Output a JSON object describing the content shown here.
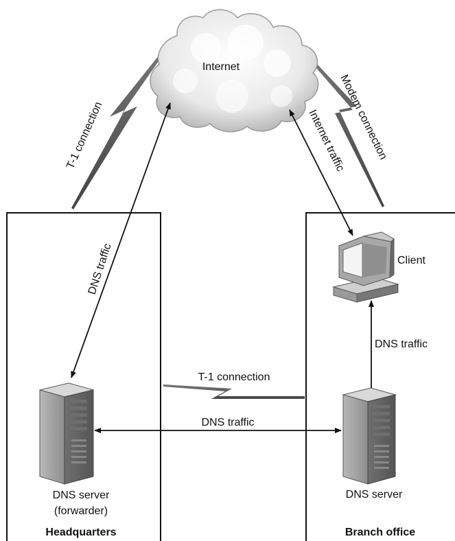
{
  "cloud": {
    "label": "Internet"
  },
  "headquarters": {
    "label": "Headquarters",
    "server_label_line1": "DNS server",
    "server_label_line2": "(forwarder)"
  },
  "branch": {
    "label": "Branch office",
    "server_label": "DNS server",
    "client_label": "Client"
  },
  "links": {
    "hq_internet": "T-1 connection",
    "branch_internet": "Modem connection",
    "hq_branch": "T-1 connection"
  },
  "traffic": {
    "hq_dns": "DNS traffic",
    "client_internet": "Internet traffic",
    "client_dns": "DNS traffic",
    "servers_dns": "DNS traffic"
  }
}
